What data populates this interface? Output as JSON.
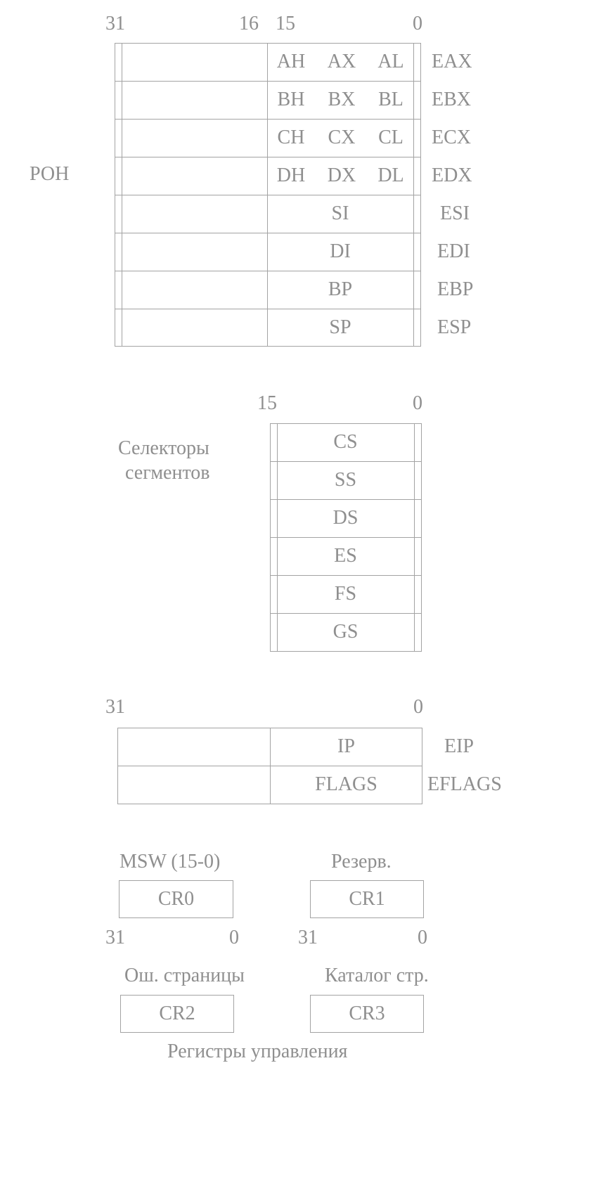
{
  "gpr": {
    "bit_labels": [
      "31",
      "16",
      "15",
      "0"
    ],
    "side_label": "РОН",
    "rows": [
      {
        "cells": [
          "AH",
          "AX",
          "AL"
        ],
        "name": "EAX"
      },
      {
        "cells": [
          "BH",
          "BX",
          "BL"
        ],
        "name": "EBX"
      },
      {
        "cells": [
          "CH",
          "CX",
          "CL"
        ],
        "name": "ECX"
      },
      {
        "cells": [
          "DH",
          "DX",
          "DL"
        ],
        "name": "EDX"
      },
      {
        "cells": [
          "SI"
        ],
        "name": "ESI"
      },
      {
        "cells": [
          "DI"
        ],
        "name": "EDI"
      },
      {
        "cells": [
          "BP"
        ],
        "name": "EBP"
      },
      {
        "cells": [
          "SP"
        ],
        "name": "ESP"
      }
    ]
  },
  "segments": {
    "bit_labels": [
      "15",
      "0"
    ],
    "side_label_line1": "Селекторы",
    "side_label_line2": "сегментов",
    "rows": [
      "CS",
      "SS",
      "DS",
      "ES",
      "FS",
      "GS"
    ]
  },
  "ip_flags": {
    "bit_labels": [
      "31",
      "0"
    ],
    "rows": [
      {
        "cell": "IP",
        "name": "EIP"
      },
      {
        "cell": "FLAGS",
        "name": "EFLAGS"
      }
    ]
  },
  "control": {
    "cr0_caption": "MSW (15-0)",
    "cr0": "CR0",
    "cr1_caption": "Резерв.",
    "cr1": "CR1",
    "bits_left": [
      "31",
      "0"
    ],
    "bits_right": [
      "31",
      "0"
    ],
    "cr2_caption": "Ош. страницы",
    "cr2": "CR2",
    "cr3_caption": "Каталог стр.",
    "cr3": "CR3",
    "title": "Регистры управления"
  }
}
